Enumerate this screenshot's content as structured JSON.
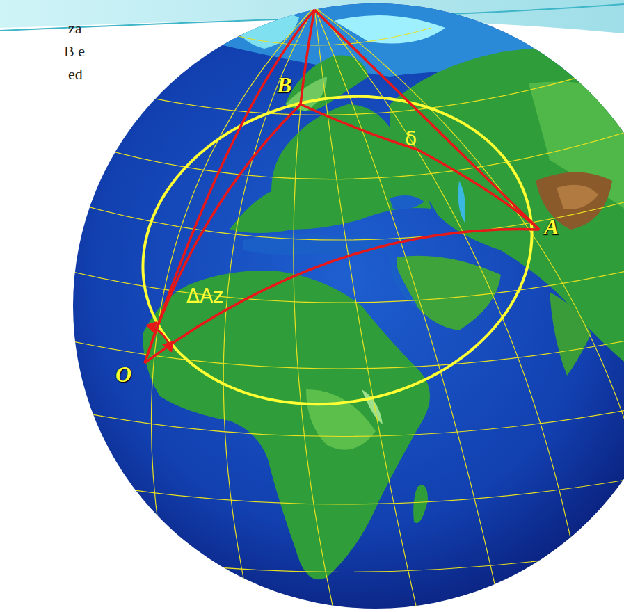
{
  "diagram": {
    "labels": [
      "za",
      "B e",
      "ed",
      "B",
      "δ",
      "A",
      "ΔAz",
      "O"
    ]
  }
}
